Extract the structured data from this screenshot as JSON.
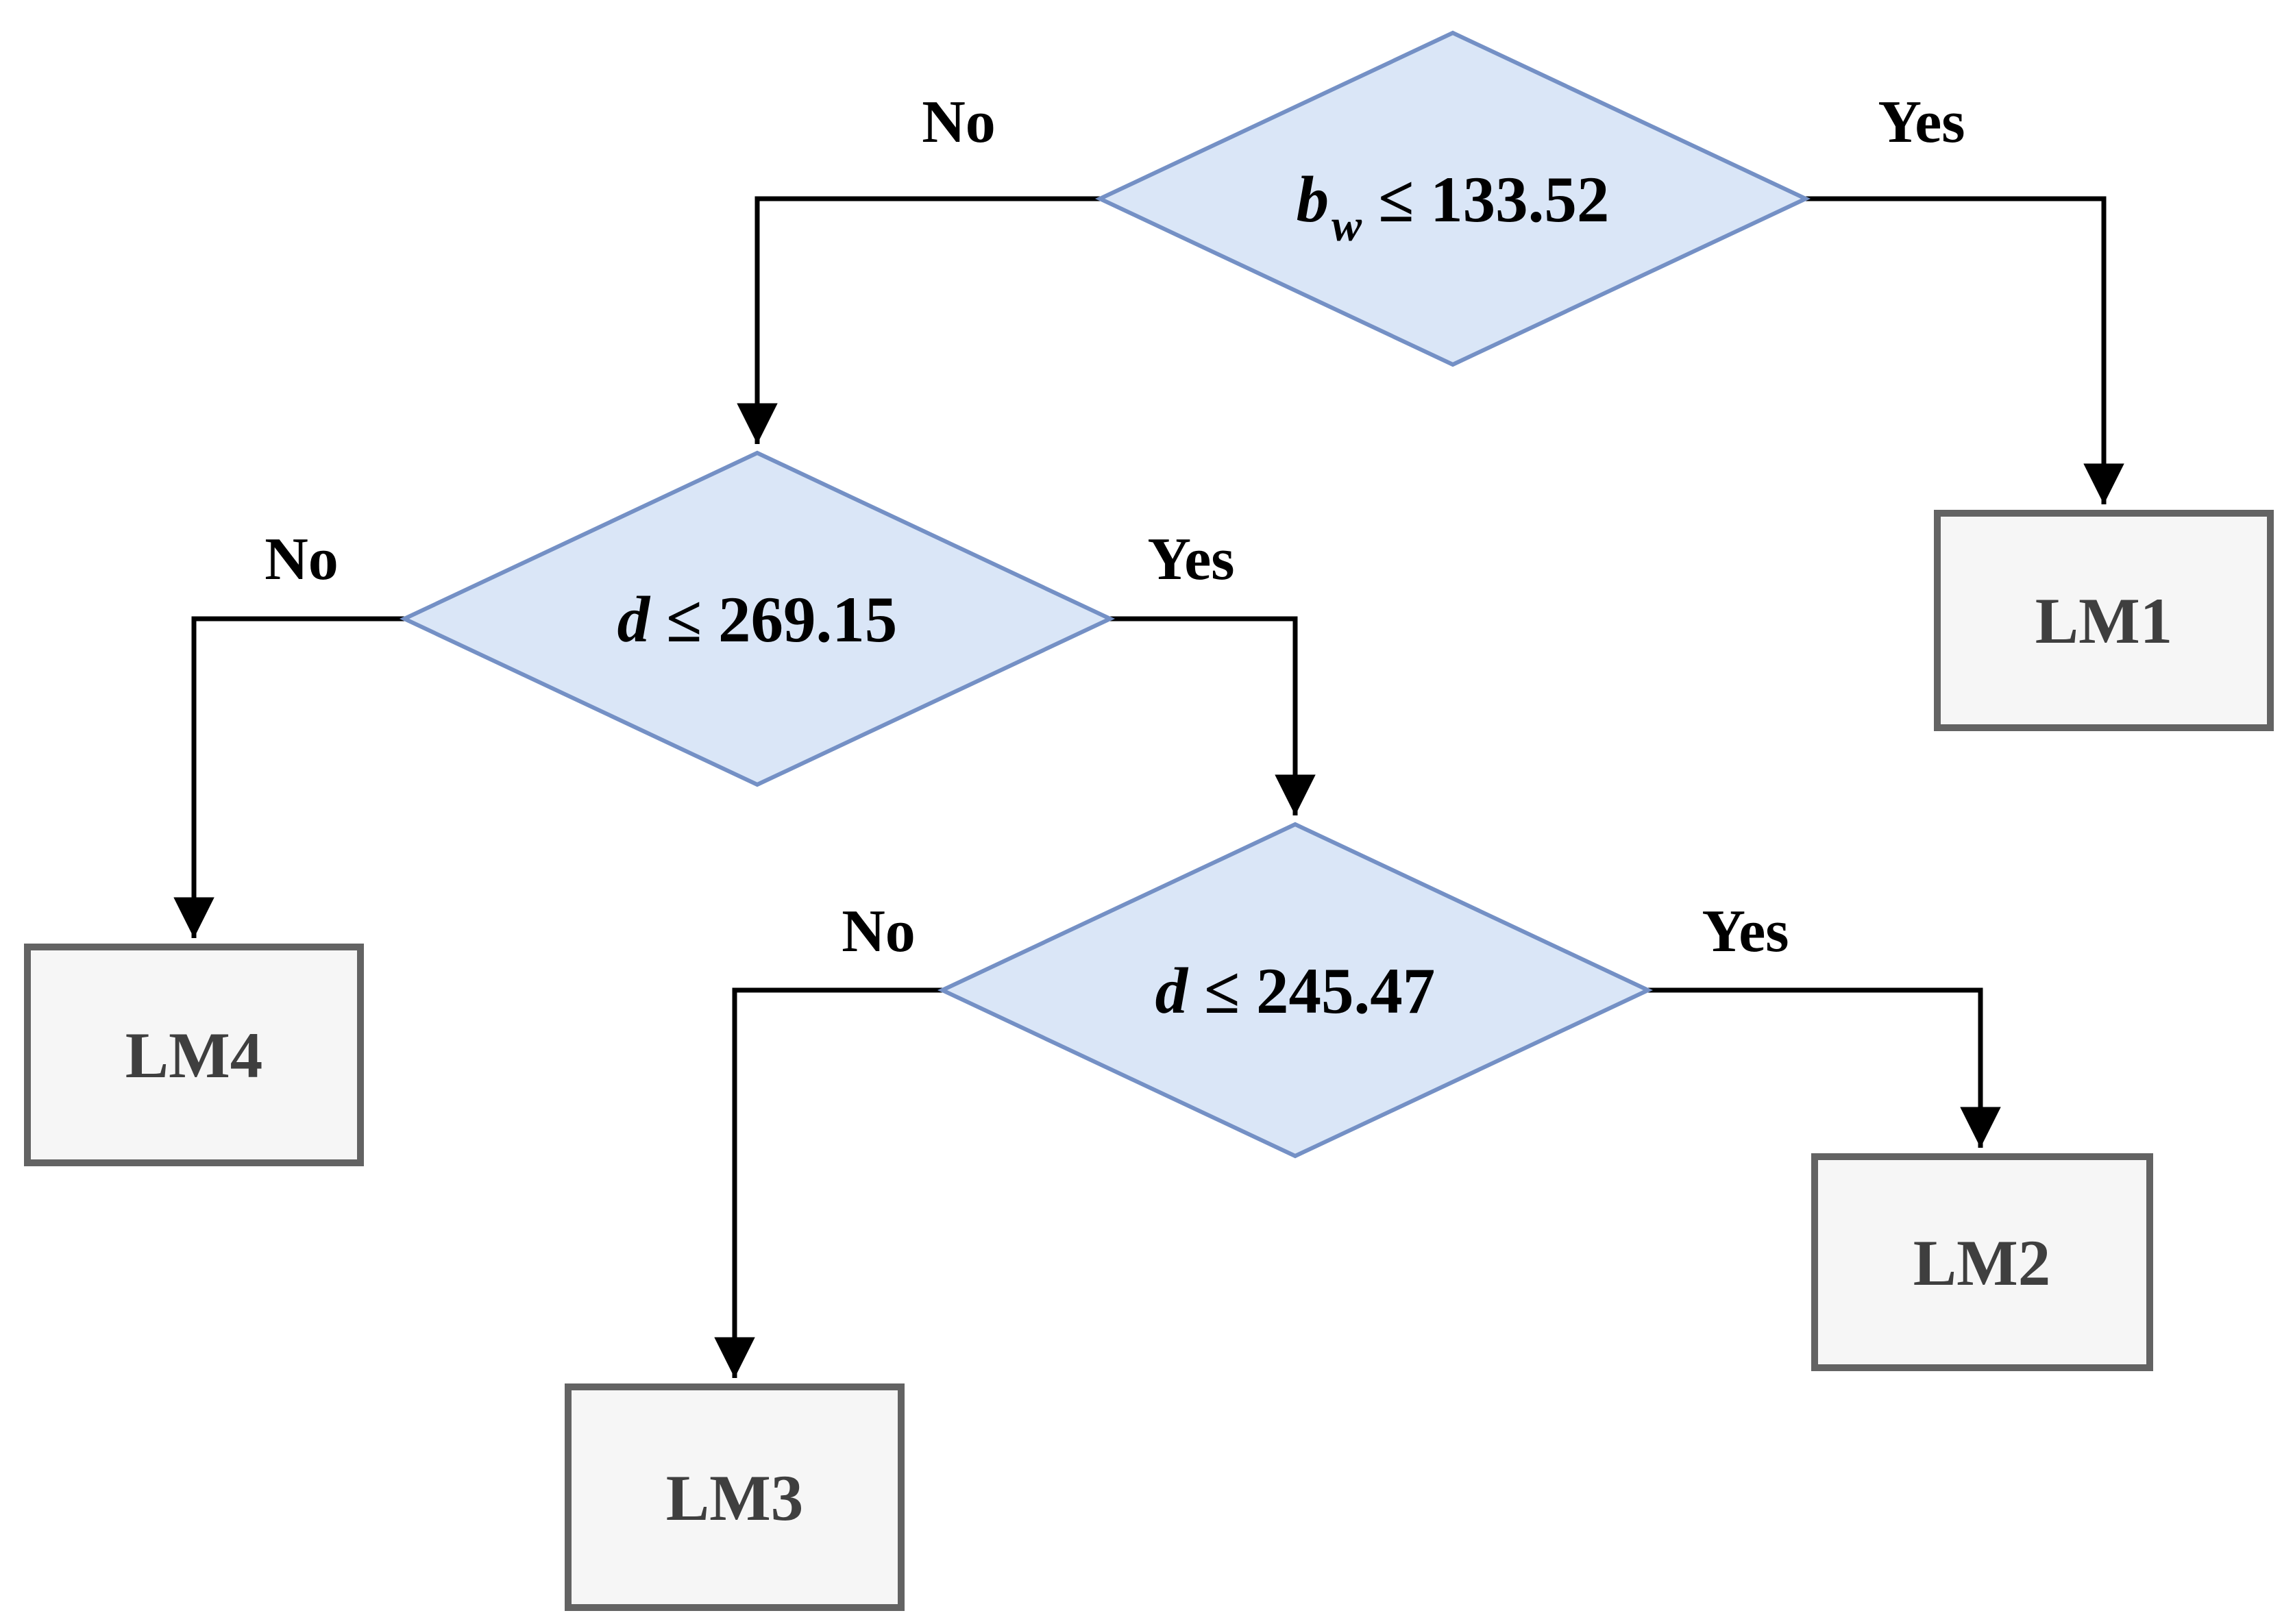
{
  "diagram": {
    "type": "decision-tree-flowchart",
    "background": "#ffffff"
  },
  "styles": {
    "decision-fill": "#dae6f7",
    "decision-stroke": "#7490c5",
    "leaf-fill": "#f6f6f6",
    "leaf-stroke": "#636363",
    "leaf-text": "#3f3f3f",
    "decision-text": "#000000",
    "edge-stroke": "#000000",
    "label-text": "#000000"
  },
  "nodes": {
    "decision1": {
      "variable": "b",
      "subscript": "w",
      "condition": "≤ 133.52"
    },
    "decision2": {
      "variable": "d",
      "condition": "≤ 269.15"
    },
    "decision3": {
      "variable": "d",
      "condition": "≤ 245.47"
    }
  },
  "leaves": {
    "lm1": "LM1",
    "lm2": "LM2",
    "lm3": "LM3",
    "lm4": "LM4"
  },
  "edge_labels": {
    "d1_no": "No",
    "d1_yes": "Yes",
    "d2_no": "No",
    "d2_yes": "Yes",
    "d3_no": "No",
    "d3_yes": "Yes"
  },
  "logic": {
    "decision1_yes": "LM1",
    "decision1_no": "decision2",
    "decision2_yes": "decision3",
    "decision2_no": "LM4",
    "decision3_yes": "LM2",
    "decision3_no": "LM3"
  }
}
